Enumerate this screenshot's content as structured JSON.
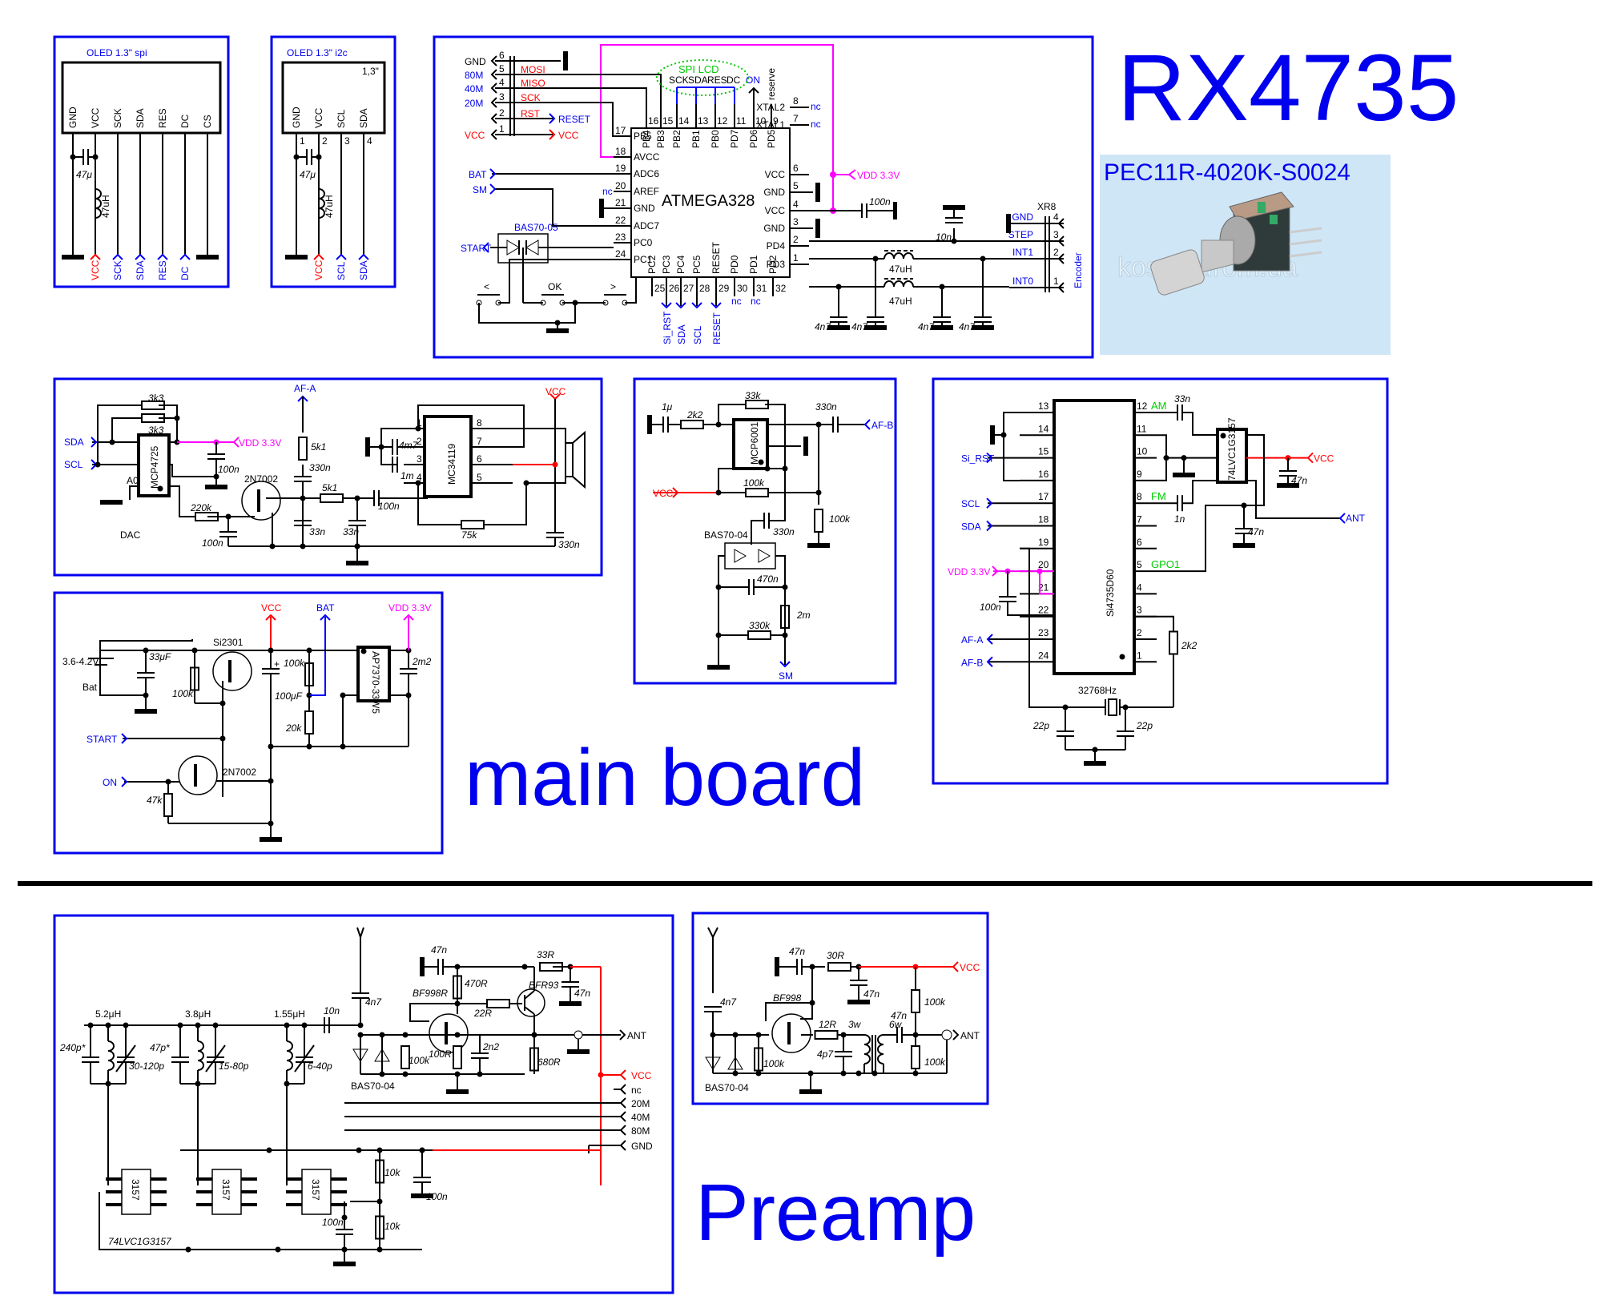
{
  "title": "RX4735",
  "encoder_part": "PEC11R-4020K-S0024",
  "encoder_photo_watermark": "kosmodrom.ua",
  "sections": {
    "main_board": "main board",
    "preamp": "Preamp",
    "dac": "DAC"
  },
  "oled_spi": {
    "title": "OLED 1.3\" spi",
    "pins": [
      "GND",
      "VCC",
      "SCK",
      "SDA",
      "RES",
      "DC",
      "CS"
    ],
    "cap": "47μ",
    "inductor": "47uH",
    "nets": [
      "VCC",
      "SCK",
      "SDA",
      "RES",
      "DC"
    ]
  },
  "oled_i2c": {
    "title": "OLED 1.3\" i2c",
    "size": "1,3\"",
    "pins": [
      "GND",
      "VCC",
      "SCL",
      "SDA"
    ],
    "pin_numbers": [
      "1",
      "2",
      "3",
      "4"
    ],
    "cap": "47μ",
    "inductor": "47uH",
    "nets": [
      "VCC",
      "SCL",
      "SDA"
    ]
  },
  "mcu": {
    "name": "ATMEGA328",
    "isp_header": [
      {
        "pin": "6",
        "net": "GND",
        "signal": ""
      },
      {
        "pin": "5",
        "net": "80M",
        "signal": "MOSI"
      },
      {
        "pin": "4",
        "net": "40M",
        "signal": "MISO"
      },
      {
        "pin": "3",
        "net": "20M",
        "signal": "SCK"
      },
      {
        "pin": "2",
        "net": "",
        "signal": "RST",
        "to": "RESET"
      },
      {
        "pin": "1",
        "net": "VCC",
        "signal": "",
        "to": "VCC"
      }
    ],
    "left_pins": [
      {
        "num": "17",
        "name": "PB5"
      },
      {
        "num": "18",
        "name": "AVCC"
      },
      {
        "num": "19",
        "name": "ADC6",
        "net": "BAT"
      },
      {
        "num": "20",
        "name": "AREF",
        "net": "nc"
      },
      {
        "num": "21",
        "name": "GND"
      },
      {
        "num": "22",
        "name": "ADC7",
        "net": "SM"
      },
      {
        "num": "23",
        "name": "PC0",
        "net": "START"
      },
      {
        "num": "24",
        "name": "PC1"
      }
    ],
    "top_pins": [
      {
        "num": "16",
        "name": "PB4"
      },
      {
        "num": "15",
        "name": "PB3"
      },
      {
        "num": "14",
        "name": "PB2"
      },
      {
        "num": "13",
        "name": "PB1"
      },
      {
        "num": "12",
        "name": "PB0"
      },
      {
        "num": "11",
        "name": "PD7"
      },
      {
        "num": "10",
        "name": "PD6",
        "net": "ON"
      },
      {
        "num": "9",
        "name": "PD5",
        "net": "reserve"
      }
    ],
    "right_pins": [
      {
        "num": "8",
        "name": "XTAL2",
        "net": "nc"
      },
      {
        "num": "7",
        "name": "XTAL1",
        "net": "nc"
      },
      {
        "num": "6",
        "name": "VCC"
      },
      {
        "num": "5",
        "name": "GND"
      },
      {
        "num": "4",
        "name": "VCC"
      },
      {
        "num": "3",
        "name": "GND"
      },
      {
        "num": "2",
        "name": "PD4"
      },
      {
        "num": "1",
        "name": "PD3"
      }
    ],
    "bottom_pins": [
      {
        "num": "25",
        "name": "PC2"
      },
      {
        "num": "26",
        "name": "PC3",
        "net": "Si_RST"
      },
      {
        "num": "27",
        "name": "PC4",
        "net": "SDA"
      },
      {
        "num": "28",
        "name": "PC5",
        "net": "SCL"
      },
      {
        "num": "29",
        "name": "RESET",
        "net": "RESET"
      },
      {
        "num": "30",
        "name": "PD0",
        "net": "nc"
      },
      {
        "num": "31",
        "name": "PD1",
        "net": "nc"
      },
      {
        "num": "32",
        "name": "PD2"
      }
    ],
    "spi_lcd": {
      "label": "SPI LCD",
      "signals": [
        "SCK",
        "SDA",
        "RES",
        "DC"
      ]
    },
    "vdd_label": "VDD 3.3V",
    "decoupling_cap": "100n",
    "diode": "BAS70-05",
    "buttons": [
      "<",
      "OK",
      ">"
    ],
    "step_cap": "10n",
    "filter_inductors": [
      "47uH",
      "47uH"
    ],
    "filter_caps": [
      "4n7",
      "4n7",
      "4n7",
      "4n7"
    ],
    "connector": {
      "name": "XR8",
      "label": "Encoder",
      "pins": [
        {
          "num": "4",
          "name": "GND"
        },
        {
          "num": "3",
          "name": "STEP"
        },
        {
          "num": "2",
          "name": "INT1"
        },
        {
          "num": "1",
          "name": "INT0"
        }
      ]
    }
  },
  "dac": {
    "chip": "MCP4725",
    "a0": "A0",
    "inputs": [
      "SDA",
      "SCL"
    ],
    "vdd": "VDD 3.3V",
    "pullups": [
      "3k3",
      "3k3"
    ],
    "cap_vdd": "100n",
    "r_gate": "220k",
    "c_gate": "100n",
    "fet": "2N7002",
    "af_in": "AF-A",
    "r1": "5k1",
    "c1": "330n",
    "c2": "33n",
    "r2": "5k1",
    "c3": "33n",
    "c4": "100n",
    "amp": "MC34119",
    "amp_pins": [
      "1",
      "2",
      "3",
      "4",
      "8",
      "7",
      "6",
      "5"
    ],
    "c5": "4m7",
    "c6": "1m",
    "r_fb": "75k",
    "vcc": "VCC",
    "c_out": "330n"
  },
  "agc": {
    "c_in": "1μ",
    "r_in": "2k2",
    "r_fb": "33k",
    "opamp": "MCP6001",
    "c_out": "330n",
    "af_out": "AF-B",
    "vcc": "VCC",
    "r_bias1": "100k",
    "r_bias2": "100k",
    "c_det": "330n",
    "diode": "BAS70-04",
    "c_filter": "470n",
    "r_filter": "2m",
    "r_load": "330k",
    "sm_out": "SM"
  },
  "radio": {
    "chip": "Si4735D60",
    "left_pins": [
      "13",
      "14",
      "15",
      "16",
      "17",
      "18",
      "19",
      "20",
      "21",
      "22",
      "23",
      "24"
    ],
    "right_pins": [
      "12",
      "11",
      "10",
      "9",
      "8",
      "7",
      "6",
      "5",
      "4",
      "3",
      "2",
      "1"
    ],
    "left_nets": {
      "15": "Si_RST",
      "17": "SCL",
      "18": "SDA",
      "20": "VDD 3.3V",
      "23": "AF-A",
      "24": "AF-B"
    },
    "right_nets": {
      "12": "AM",
      "8": "FM",
      "5": "GPO1"
    },
    "am_cap": "33n",
    "fm_cap": "1n",
    "switch": "74LVC1G3157",
    "vcc": "VCC",
    "vcc_cap": "47n",
    "gpo_cap": "47n",
    "ant": "ANT",
    "vdd_cap": "100n",
    "r_xtal": "2k2",
    "crystal": "32768Hz",
    "xtal_caps": [
      "22p",
      "22p"
    ]
  },
  "power": {
    "battery": "Bat",
    "battery_voltage": "3.6-4.2V",
    "c_bat": "33μF",
    "pfet": "Si2301",
    "r_gate": "100k",
    "start": "START",
    "nfet": "2N7002",
    "on": "ON",
    "r_pd": "47k",
    "vcc": "VCC",
    "bat": "BAT",
    "vdd": "VDD 3.3V",
    "c_vcc": "100μF",
    "r_div1": "100k",
    "r_div2": "20k",
    "ldo": "AP7370-33W5",
    "c_ldo": "2m2"
  },
  "preamp1": {
    "inductors": [
      "5.2μH",
      "3.8μH",
      "1.55μH"
    ],
    "fixed_caps": [
      "240p*",
      "47p*"
    ],
    "trim_caps": [
      "30-120p",
      "15-80p",
      "6-40p"
    ],
    "c_couple": "10n",
    "c_ant": "4n7",
    "diode": "BAS70-04",
    "r_gate": "100k",
    "fet": "BF998R",
    "r_source": "100R",
    "c_source": "2n2",
    "r_drain": "470R",
    "c_drain": "47n",
    "r_base": "22R",
    "bjt": "BFR93",
    "r_coll": "33R",
    "c_coll": "47n",
    "r_emit": "680R",
    "ant": "ANT",
    "connector": [
      "VCC",
      "nc",
      "20M",
      "40M",
      "80M",
      "GND"
    ],
    "switch_chip": "3157",
    "switch_part": "74LVC1G3157",
    "r_div": [
      "10k",
      "10k"
    ],
    "c_div": "100n",
    "c_sw": "100n"
  },
  "preamp2": {
    "c_ant": "4n7",
    "diode": "BAS70-04",
    "r_gate": "100k",
    "fet": "BF998",
    "c_drain": "47n",
    "r_drain": "30R",
    "c_vcc": "47n",
    "vcc": "VCC",
    "r_src": "12R",
    "c_src": "4p7",
    "transformer": [
      "3w",
      "6w"
    ],
    "c_out": "47n",
    "r_bias": [
      "100k",
      "100k"
    ],
    "ant": "ANT"
  }
}
